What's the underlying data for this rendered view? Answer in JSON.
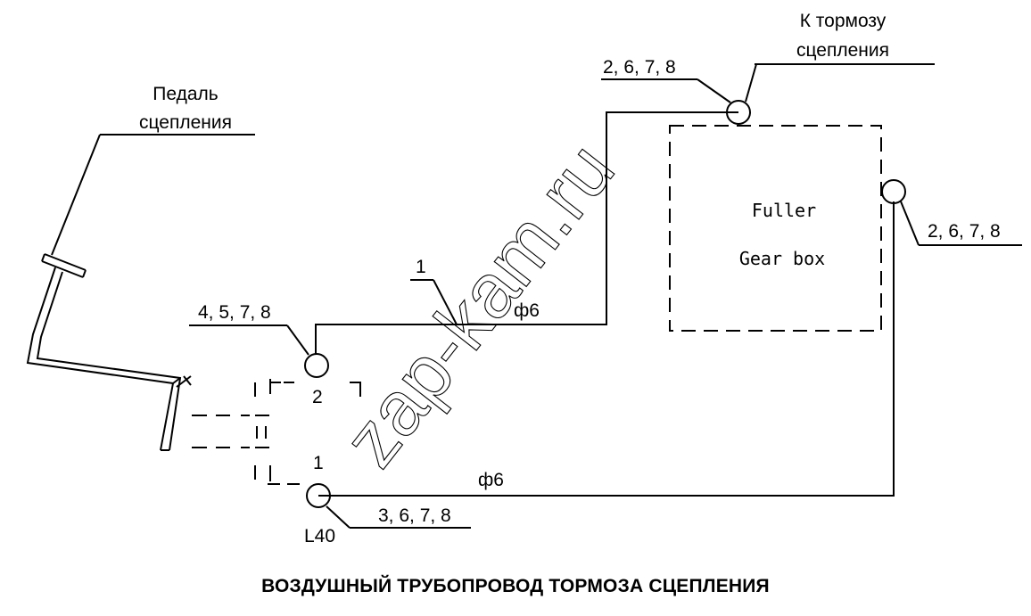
{
  "title": "ВОЗДУШНЫЙ ТРУБОПРОВОД ТОРМОЗА СЦЕПЛЕНИЯ",
  "labels": {
    "pedal_line1": "Педаль",
    "pedal_line2": "сцепления",
    "brake_line1": "К тормозу",
    "brake_line2": "сцепления",
    "parts_top": "2, 6, 7, 8",
    "parts_right": "2, 6, 7, 8",
    "parts_left": "4, 5, 7, 8",
    "parts_bottom": "3, 6, 7, 8",
    "pipe_number": "1",
    "dia_upper": "ф6",
    "dia_lower": "ф6",
    "valve_port_2": "2",
    "valve_port_1": "1",
    "valve_code": "L40"
  },
  "gearbox": {
    "line1": "Fuller",
    "line2": "Gear box"
  },
  "watermark": "zap-kam.ru"
}
